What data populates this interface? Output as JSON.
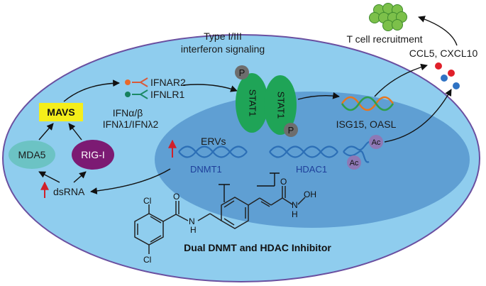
{
  "labels": {
    "signaling_line1": "Type I/III",
    "signaling_line2": "interferon signaling",
    "ifnar2": "IFNAR2",
    "ifnlr1": "IFNLR1",
    "ifn_line1": "IFNα/β",
    "ifn_line2": "IFNλ1/IFNλ2",
    "mavs": "MAVS",
    "mda5": "MDA5",
    "rigi": "RIG-I",
    "dsrna": "dsRNA",
    "stat1_a": "STAT1",
    "stat1_b": "STAT1",
    "phospho": "P",
    "isg": "ISG15, OASL",
    "ervs": "ERVs",
    "dnmt1": "DNMT1",
    "hdac1": "HDAC1",
    "acetyl": "Ac",
    "ccl5": "CCL5, CXCL10",
    "tcell": "T cell recruitment",
    "inhibitor": "Dual DNMT and HDAC Inhibitor",
    "atom_cl": "Cl",
    "atom_o": "O",
    "atom_n": "N",
    "atom_h": "H",
    "atom_oh": "OH"
  },
  "colors": {
    "cell": "#8fcdee",
    "nucleus": "#5f9fd3",
    "mavs": "#f5ee1a",
    "mda5": "#6cc3c4",
    "rigi": "#7c1a73",
    "stat1": "#1fa457",
    "tcell": "#7cc04a",
    "dna_blue": "#2c6fb6",
    "dna_orange": "#e8761e",
    "dna_green": "#2f9f4b",
    "ac": "#8e78b5"
  },
  "icons": [
    "receptor-ifnar2-icon",
    "receptor-ifnlr1-icon",
    "dna-helix-icon",
    "t-cell-cluster-icon",
    "chemokine-dots-icon",
    "upregulation-arrow-icon"
  ]
}
